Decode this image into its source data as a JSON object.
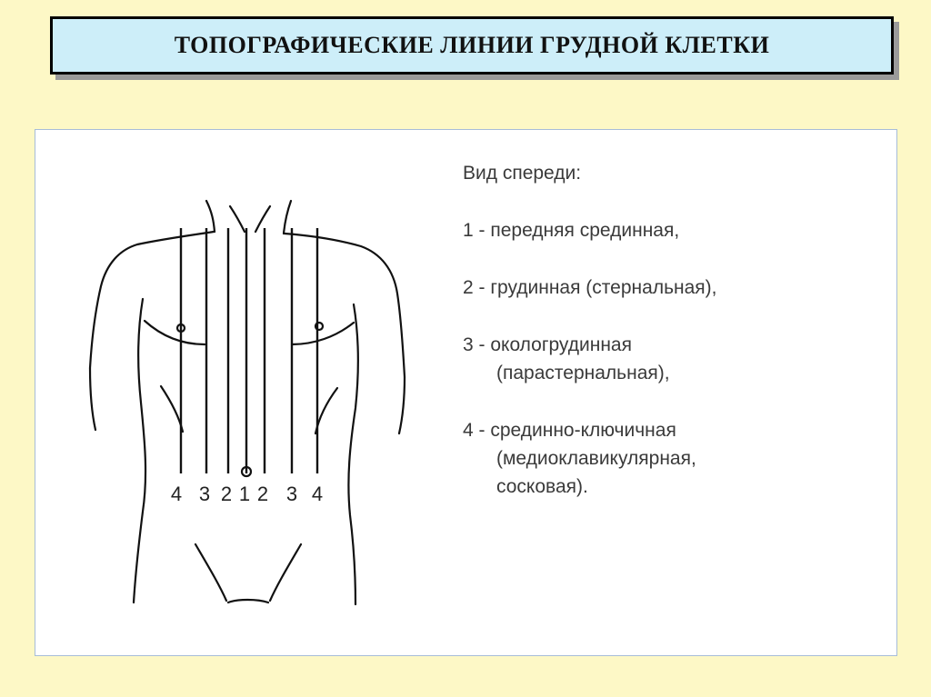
{
  "title": "ТОПОГРАФИЧЕСКИЕ ЛИНИИ ГРУДНОЙ КЛЕТКИ",
  "legend": {
    "heading": "Вид спереди:",
    "item1": "1 - передняя срединная,",
    "item2": "2 - грудинная (стернальная),",
    "item3_line1": "3 - окологрудинная",
    "item3_line2": "(парастернальная),",
    "item4_line1": "4 - срединно-ключичная",
    "item4_line2": "(медиоклавикулярная,",
    "item4_line3": "сосковая)."
  },
  "line_labels": [
    "4",
    "3",
    "2",
    "1",
    "2",
    "3",
    "4"
  ]
}
